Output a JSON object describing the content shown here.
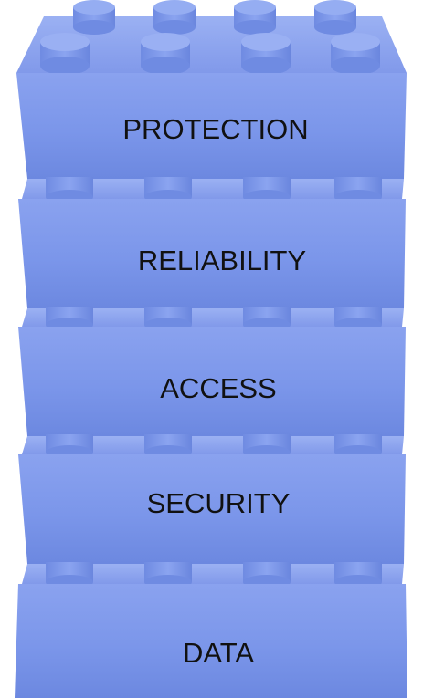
{
  "bricks": [
    {
      "label": "PROTECTION"
    },
    {
      "label": "RELIABILITY"
    },
    {
      "label": "ACCESS"
    },
    {
      "label": "SECURITY"
    },
    {
      "label": "DATA"
    }
  ],
  "colors": {
    "brick_face": "#7e98ea",
    "brick_side": "#6a86df",
    "brick_top": "#8aa3ee",
    "stud_top": "#89a2ee",
    "stud_side": "#6f8be2",
    "text": "#111111"
  }
}
